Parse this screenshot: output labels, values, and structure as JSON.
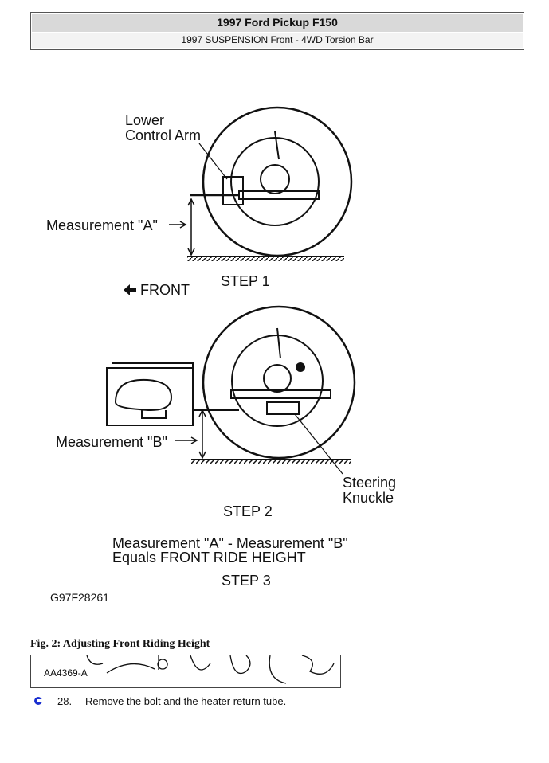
{
  "header": {
    "title": "1997 Ford Pickup F150",
    "subtitle": "1997 SUSPENSION Front - 4WD Torsion Bar"
  },
  "figure": {
    "labels": {
      "lower_control_arm_1": "Lower",
      "lower_control_arm_2": "Control Arm",
      "measurement_a": "Measurement \"A\"",
      "step1": "STEP 1",
      "front": "FRONT",
      "measurement_b": "Measurement \"B\"",
      "steering_knuckle_1": "Steering",
      "steering_knuckle_2": "Knuckle",
      "step2": "STEP 2",
      "equation_1": "Measurement \"A\" - Measurement \"B\"",
      "equation_2": "Equals FRONT RIDE HEIGHT",
      "step3": "STEP 3",
      "figure_id": "G97F28261"
    },
    "caption": "Fig. 2: Adjusting Front Riding Height"
  },
  "fragment": {
    "figure_id": "AA4369-A"
  },
  "step": {
    "number": "28.",
    "text": "Remove the bolt and the heater return tube."
  }
}
